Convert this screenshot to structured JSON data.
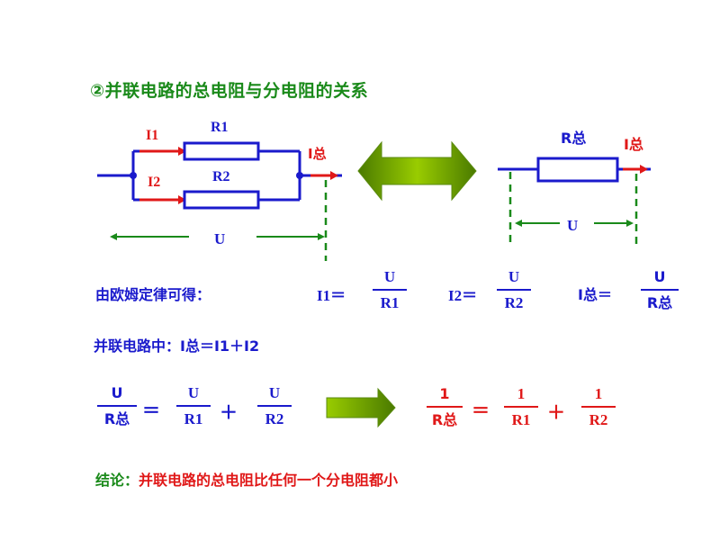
{
  "title": "②并联电路的总电阻与分电阻的关系",
  "colors": {
    "wire": "#1a1acc",
    "current": "#e01818",
    "voltage": "#1a8a1a",
    "title": "#1a8a1a",
    "arrow_fill_light": "#99cc00",
    "arrow_fill_dark": "#4a7a00"
  },
  "circuit_parallel": {
    "branch1_current": "I1",
    "branch2_current": "I2",
    "resistor1": "R1",
    "resistor2": "R2",
    "total_current": "I总",
    "voltage": "U"
  },
  "equivalence_arrow": "double-arrow-icon",
  "circuit_equivalent": {
    "resistor": "R总",
    "total_current": "I总",
    "voltage": "U"
  },
  "ohm_law": {
    "label": "由欧姆定律可得：",
    "eq1": {
      "lhs": "I1＝",
      "num": "U",
      "den": "R1"
    },
    "eq2": {
      "lhs": "I2＝",
      "num": "U",
      "den": "R2"
    },
    "eq3": {
      "lhs": "I总＝",
      "num": "U",
      "den": "R总"
    }
  },
  "current_relation": "并联电路中：I总＝I1＋I2",
  "derivation": {
    "left": {
      "t1": {
        "num": "U",
        "den": "R总"
      },
      "eq": "＝",
      "t2": {
        "num": "U",
        "den": "R1"
      },
      "plus": "＋",
      "t3": {
        "num": "U",
        "den": "R2"
      }
    },
    "arrow": "right-arrow-icon",
    "right": {
      "t1": {
        "num": "1",
        "den": "R总"
      },
      "eq": "＝",
      "t2": {
        "num": "1",
        "den": "R1"
      },
      "plus": "＋",
      "t3": {
        "num": "1",
        "den": "R2"
      }
    }
  },
  "conclusion": {
    "label": "结论：",
    "text": "并联电路的总电阻比任何一个分电阻都小"
  }
}
